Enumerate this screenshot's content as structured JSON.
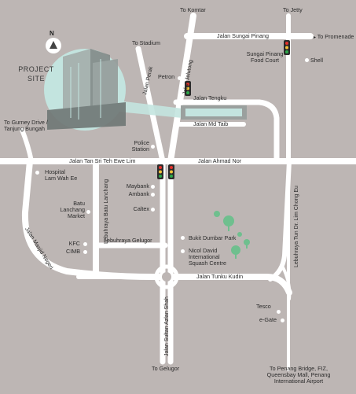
{
  "compass": {
    "letter": "N"
  },
  "project_site": {
    "line1": "PROJECT",
    "line2": "SITE"
  },
  "destinations": {
    "komtar": "To Komtar",
    "jetty": "To Jetty",
    "stadium": "To Stadium",
    "promenade": "To Promenade",
    "gurney_1": "To Gurney Drive /",
    "gurney_2": "Tanjung Bungah",
    "gelugor": "To Gelugor",
    "bridge_1": "To Penang Bridge, FIZ,",
    "bridge_2": "Queensbay Mall, Penang",
    "bridge_3": "International Airport"
  },
  "roads": {
    "sungai_pinang": "Jalan Sungai Pinang",
    "tengku": "Jalan Tengku",
    "md_taib": "Jalan Md Taib",
    "tan_sri": "Jalan Tan Sri Teh Ewe Lim",
    "ahmad_nor": "Jalan Ahmad Nor",
    "gelugor": "Lebuhraya Gelugor",
    "tunku_kudin": "Jalan Tunku Kudin",
    "perak": "Jalan Perak",
    "jelutong": "Jalan Jelutong",
    "batu_lanchang": "Lebuhraya Batu Lanchang",
    "masjid_negeri": "Jalan Masjid Negeri",
    "sultan_azlan": "Jalan Sultan Azlan Shah",
    "tun_dr_lim": "Lebuhraya Tun Dr. Lim Chong Eu"
  },
  "landmarks": {
    "sp_food_1": "Sungai Pinang",
    "sp_food_2": "Food Court",
    "shell": "Shell",
    "petron": "Petron",
    "police_1": "Police",
    "police_2": "Station",
    "hospital_1": "Hospital",
    "hospital_2": "Lam Wah Ee",
    "batu_market_1": "Batu",
    "batu_market_2": "Lanchang",
    "batu_market_3": "Market",
    "maybank": "Maybank",
    "ambank": "Ambank",
    "caltex": "Caltex",
    "kfc": "KFC",
    "cimb": "CIMB",
    "bukit_dumbar": "Bukit Dumbar Park",
    "nicol_1": "Nicol David",
    "nicol_2": "International",
    "nicol_3": "Squash Centre",
    "tesco": "Tesco",
    "egate": "e-Gate"
  },
  "colors": {
    "background": "#bdb6b4",
    "road": "#ffffff",
    "site_bubble": "#c3e4df",
    "site_building": "#8f9694",
    "text": "#2b2b2b",
    "tree": "#6fbf8e",
    "traffic_red": "#e4312b",
    "traffic_yellow": "#f2c33b",
    "traffic_green": "#2da84a"
  }
}
